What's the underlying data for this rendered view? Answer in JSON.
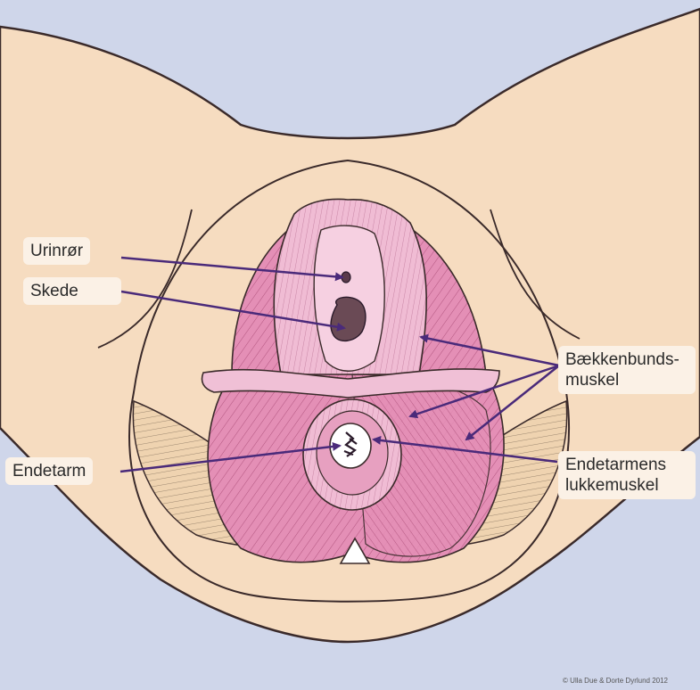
{
  "labels": {
    "urinror": "Urinrør",
    "skede": "Skede",
    "endetarm": "Endetarm",
    "baekken_line1": "Bækkenbunds-",
    "baekken_line2": "muskel",
    "lukke_line1": "Endetarmens",
    "lukke_line2": "lukkemuskel"
  },
  "copyright": "© Ulla Due & Dorte Dyrlund 2012",
  "colors": {
    "background": "#cfd6ea",
    "skin": "#f6dcc0",
    "muscle": "#e48fb6",
    "muscle_light": "#f0bcd4",
    "outer_muscle": "#efd3b0",
    "arrow": "#4a2a7a",
    "outline": "#3a2a2a"
  }
}
